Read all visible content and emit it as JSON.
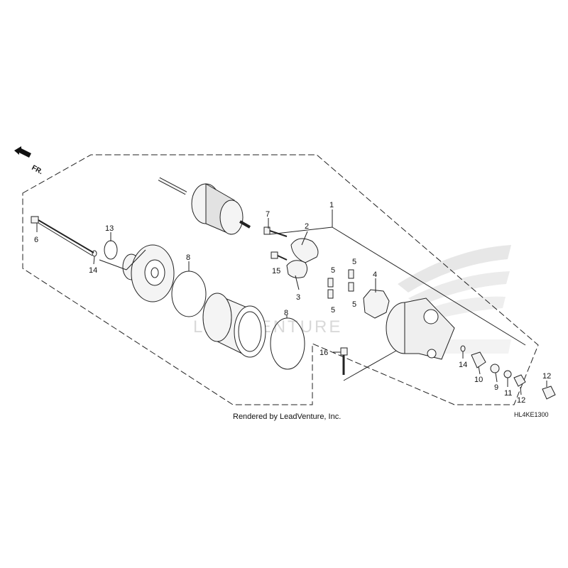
{
  "watermark": {
    "text": "LEADVENTURE"
  },
  "direction_marker": {
    "label": "FR."
  },
  "callouts": {
    "c1": "1",
    "c2": "2",
    "c3": "3",
    "c4": "4",
    "c5a": "5",
    "c5b": "5",
    "c5c": "5",
    "c5d": "5",
    "c6": "6",
    "c7": "7",
    "c8a": "8",
    "c8b": "8",
    "c9": "9",
    "c10": "10",
    "c11": "11",
    "c12a": "12",
    "c12b": "12",
    "c13": "13",
    "c14a": "14",
    "c14b": "14",
    "c15": "15",
    "c16": "16"
  },
  "footer": {
    "credit": "Rendered by LeadVenture, Inc.",
    "diagram_code": "HL4KE1300"
  },
  "colors": {
    "line": "#222222",
    "watermark": "#d9d9d9",
    "part_fill": "#f4f4f4"
  }
}
